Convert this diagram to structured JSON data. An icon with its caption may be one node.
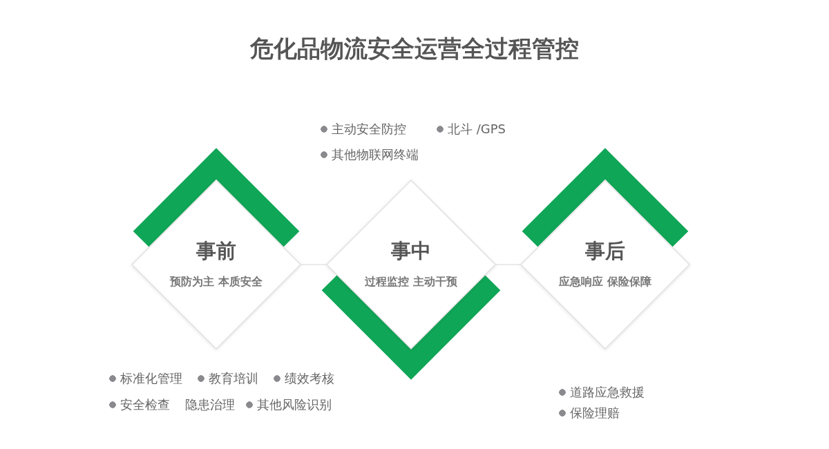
{
  "diagram": {
    "title": "危化品物流安全运营全过程管控",
    "nodes": [
      {
        "text": [
          "事前",
          "预防为主 本质安全"
        ]
      },
      {
        "text": [
          "事中",
          "过程监控 主动干预"
        ]
      },
      {
        "text": [
          "事后",
          "应急响应 保险保障"
        ]
      }
    ],
    "edges": [
      {
        "from": 0,
        "to": 1,
        "arrow": "none"
      },
      {
        "from": 1,
        "to": 2,
        "arrow": "none"
      }
    ],
    "labels": [
      "主动安全防控",
      "北斗 /GPS",
      "其他物联网终端",
      "标准化管理",
      "教育培训",
      "绩效考核",
      "安全检查",
      "隐患治理",
      "其他风险识别",
      "道路应急救援",
      "保险理赔"
    ]
  }
}
